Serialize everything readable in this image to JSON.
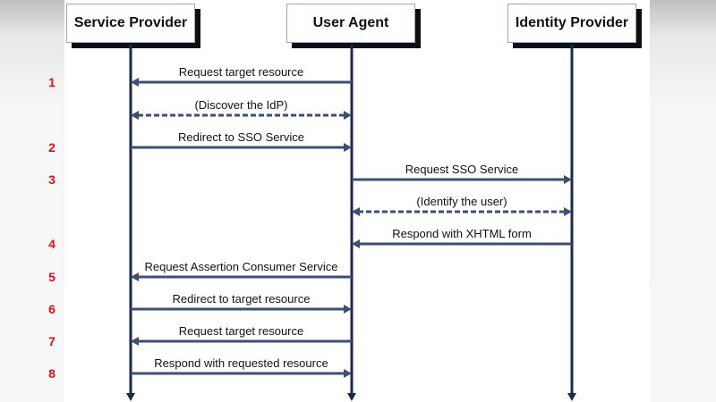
{
  "actors": [
    {
      "label": "Service Provider"
    },
    {
      "label": "User Agent"
    },
    {
      "label": "Identity Provider"
    }
  ],
  "messages": [
    {
      "step": "1",
      "from": 1,
      "to": 0,
      "label": "Request target resource",
      "style": "solid"
    },
    {
      "step": "",
      "from": 1,
      "to": 0,
      "label": "(Discover the IdP)",
      "style": "dashed-bidirectional"
    },
    {
      "step": "2",
      "from": 0,
      "to": 1,
      "label": "Redirect to SSO Service",
      "style": "solid"
    },
    {
      "step": "3",
      "from": 1,
      "to": 2,
      "label": "Request SSO Service",
      "style": "solid"
    },
    {
      "step": "",
      "from": 2,
      "to": 1,
      "label": "(Identify the user)",
      "style": "dashed-bidirectional"
    },
    {
      "step": "4",
      "from": 2,
      "to": 1,
      "label": "Respond with XHTML form",
      "style": "solid"
    },
    {
      "step": "5",
      "from": 1,
      "to": 0,
      "label": "Request Assertion Consumer Service",
      "style": "solid"
    },
    {
      "step": "6",
      "from": 0,
      "to": 1,
      "label": "Redirect to target resource",
      "style": "solid"
    },
    {
      "step": "7",
      "from": 1,
      "to": 0,
      "label": "Request target resource",
      "style": "solid"
    },
    {
      "step": "8",
      "from": 0,
      "to": 1,
      "label": "Respond with requested resource",
      "style": "solid"
    }
  ],
  "colors": {
    "lifeline": "#1a2a4a",
    "arrow": "#3d4f72",
    "step_number": "#e0101a"
  }
}
